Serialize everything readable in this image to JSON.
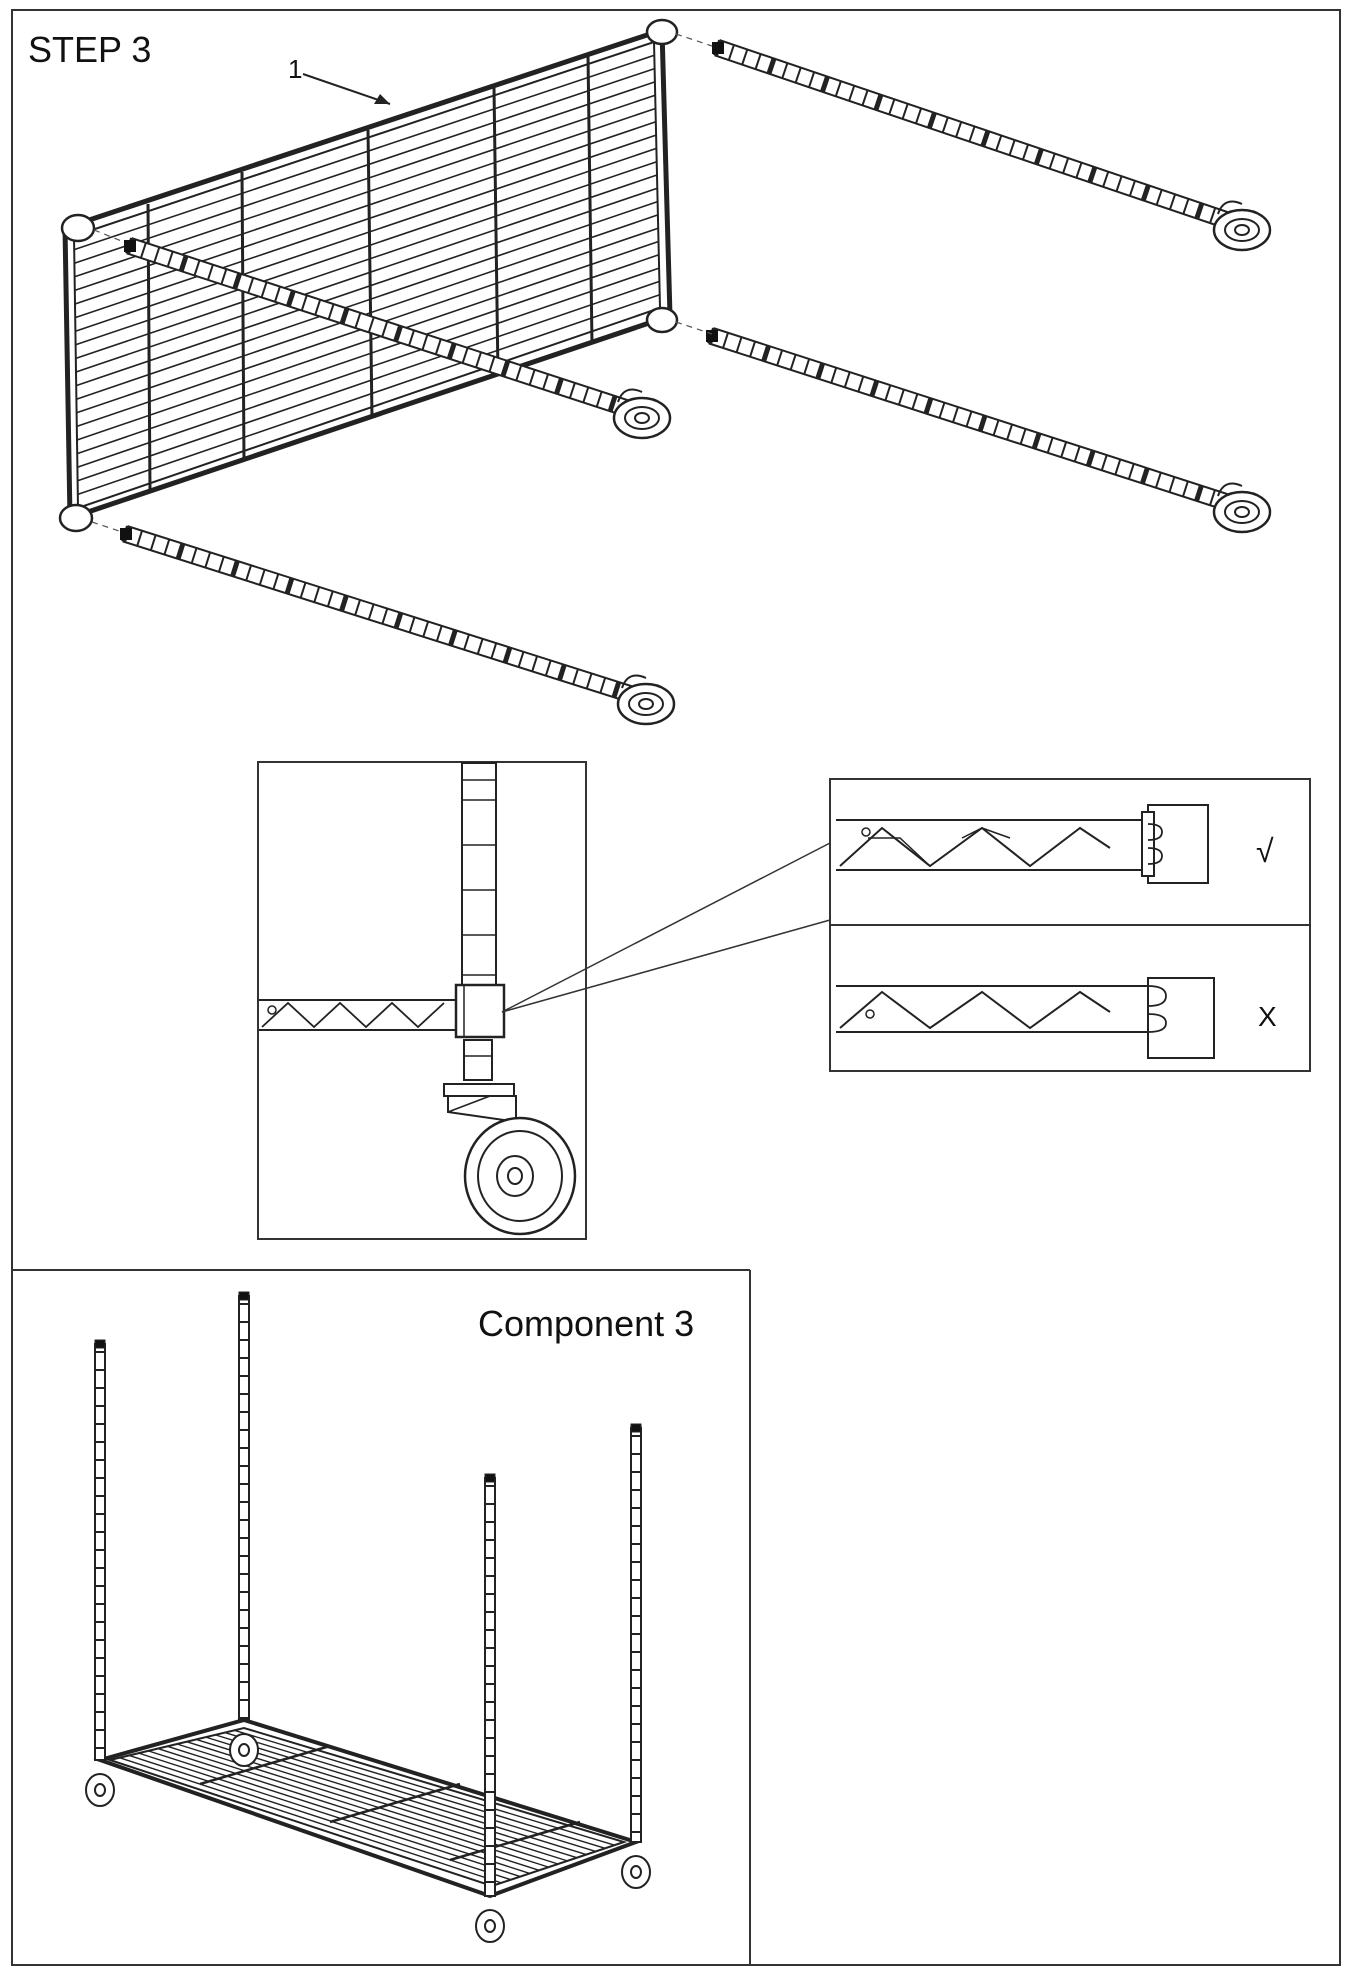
{
  "step_title": "STEP 3",
  "part_callout": "1",
  "detail_correct_mark": "√",
  "detail_wrong_mark": "X",
  "component_title": "Component 3",
  "ink_color": "#222222"
}
